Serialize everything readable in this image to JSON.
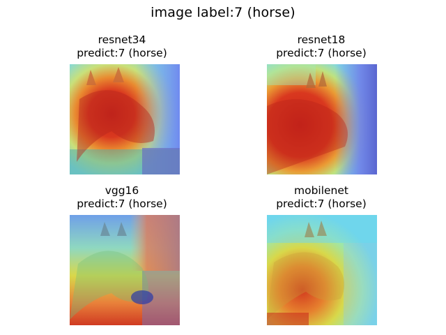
{
  "figure": {
    "title": "image label:7 (horse)"
  },
  "panels": [
    {
      "model": "resnet34",
      "prediction": "predict:7 (horse)"
    },
    {
      "model": "resnet18",
      "prediction": "predict:7 (horse)"
    },
    {
      "model": "vgg16",
      "prediction": "predict:7 (horse)"
    },
    {
      "model": "mobilenet",
      "prediction": "predict:7 (horse)"
    }
  ],
  "colors": {
    "hot": "#d93a1f",
    "warm": "#e8a33a",
    "mid": "#a6e07a",
    "cool": "#6fd6e8",
    "cold": "#6f7fe8",
    "dark_blue": "#3a3fa8"
  }
}
